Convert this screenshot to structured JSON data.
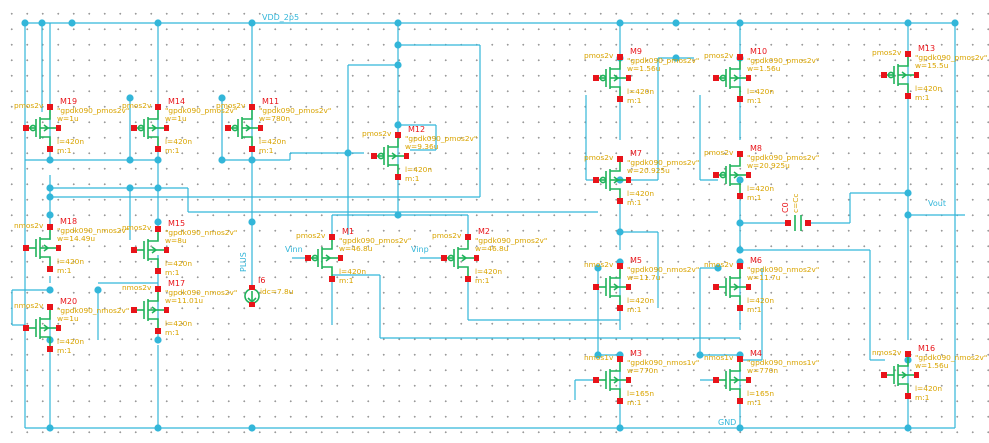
{
  "net_labels": {
    "vdd": "VDD_2p5",
    "gnd": "GND",
    "vout": "Vout",
    "vinn": "Vinn",
    "vinp": "Vinp",
    "plus": "PLUS"
  },
  "colors": {
    "wire": "#33b6d9",
    "device": "#1fb35a",
    "pin": "#e8141a",
    "param": "#d9a400",
    "dots": "#9a9a9a"
  },
  "transistors": [
    {
      "id": "m19",
      "name": "M19",
      "tag": "pmos2v",
      "model": "\"gpdk090_pmos2v\"",
      "w": "w=1u",
      "l": "l=420n",
      "m": "m:1"
    },
    {
      "id": "m14",
      "name": "M14",
      "tag": "pmos2v",
      "model": "\"gpdk090_pmos2v\"",
      "w": "w=1u",
      "l": "l=420n",
      "m": "m:1"
    },
    {
      "id": "m11",
      "name": "M11",
      "tag": "pmos2v",
      "model": "\"gpdk090_pmos2v\"",
      "w": "w=780n",
      "l": "l=420n",
      "m": "m:1"
    },
    {
      "id": "m12",
      "name": "M12",
      "tag": "pmos2v",
      "model": "\"gpdk090_pmos2v\"",
      "w": "w=9.36u",
      "l": "l=420n",
      "m": "m:1"
    },
    {
      "id": "m9",
      "name": "M9",
      "tag": "pmos2v",
      "model": "\"gpdk090_pmos2v\"",
      "w": "w=1.56u",
      "l": "l=420n",
      "m": "m:1"
    },
    {
      "id": "m10",
      "name": "M10",
      "tag": "pmos2v",
      "model": "\"gpdk090_pmos2v\"",
      "w": "w=1.56u",
      "l": "l=420n",
      "m": "m:1"
    },
    {
      "id": "m13",
      "name": "M13",
      "tag": "pmos2v",
      "model": "\"gpdk090_pmos2v\"",
      "w": "w=15.5u",
      "l": "l=420n",
      "m": "m:1"
    },
    {
      "id": "m7",
      "name": "M7",
      "tag": "pmos2v",
      "model": "\"gpdk090_pmos2v\"",
      "w": "w=20.925u",
      "l": "l=420n",
      "m": "m:1"
    },
    {
      "id": "m8",
      "name": "M8",
      "tag": "pmos2v",
      "model": "\"gpdk090_pmos2v\"",
      "w": "w=20.925u",
      "l": "l=420n",
      "m": "m:1"
    },
    {
      "id": "m18",
      "name": "M18",
      "tag": "nmos2v",
      "model": "\"gpdk090_nmos2v\"",
      "w": "w=14.49u",
      "l": "l=420n",
      "m": "m:1"
    },
    {
      "id": "m15",
      "name": "M15",
      "tag": "nmos2v",
      "model": "\"gpdk090_nmos2v\"",
      "w": "w=8u",
      "l": "l=420n",
      "m": "m:1"
    },
    {
      "id": "m1",
      "name": "M1",
      "tag": "pmos2v",
      "model": "\"gpdk090_pmos2v\"",
      "w": "w=46.8u",
      "l": "l=420n",
      "m": "m:1"
    },
    {
      "id": "m2",
      "name": "M2",
      "tag": "pmos2v",
      "model": "\"gpdk090_pmos2v\"",
      "w": "w=46.8u",
      "l": "l=420n",
      "m": "m:1"
    },
    {
      "id": "m5",
      "name": "M5",
      "tag": "nmos2v",
      "model": "\"gpdk090_nmos2v\"",
      "w": "w=11.7u",
      "l": "l=420n",
      "m": "m:1"
    },
    {
      "id": "m6",
      "name": "M6",
      "tag": "nmos2v",
      "model": "\"gpdk090_nmos2v\"",
      "w": "w=11.7u",
      "l": "l=420n",
      "m": "m:1"
    },
    {
      "id": "m20",
      "name": "M20",
      "tag": "nmos2v",
      "model": "\"gpdk090_nmos2v\"",
      "w": "w=1u",
      "l": "l=420n",
      "m": "m:1"
    },
    {
      "id": "m17",
      "name": "M17",
      "tag": "nmos2v",
      "model": "\"gpdk090_nmos2v\"",
      "w": "w=11.01u",
      "l": "l=420n",
      "m": "m:1"
    },
    {
      "id": "m3",
      "name": "M3",
      "tag": "nmos1v",
      "model": "\"gpdk090_nmos1v\"",
      "w": "w=770n",
      "l": "l=165n",
      "m": "m:1"
    },
    {
      "id": "m4",
      "name": "M4",
      "tag": "nmos1v",
      "model": "\"gpdk090_nmos1v\"",
      "w": "w=770n",
      "l": "l=165n",
      "m": "m:1"
    },
    {
      "id": "m16",
      "name": "M16",
      "tag": "nmos2v",
      "model": "\"gpdk090_nmos2v\"",
      "w": "w=1.56u",
      "l": "l=420n",
      "m": "m:1"
    }
  ],
  "current_source": {
    "name": "I6",
    "param": "idc=7.8u"
  },
  "capacitor": {
    "name": "C0",
    "param": "c=Cc"
  }
}
